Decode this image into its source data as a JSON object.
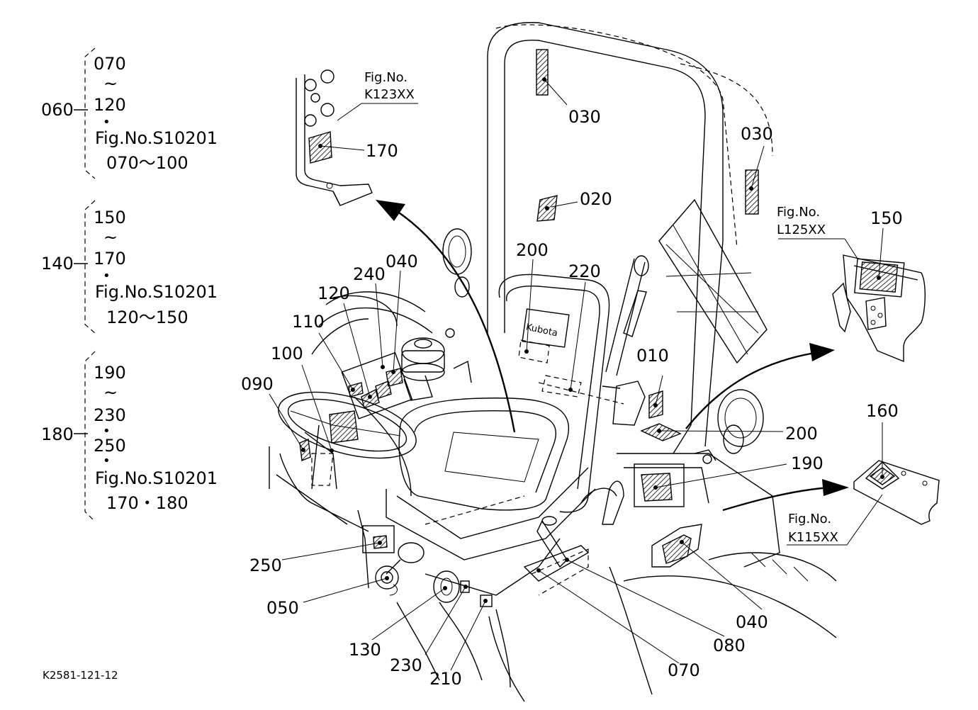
{
  "groups": [
    {
      "label": "060",
      "lines": [
        "070",
        "~",
        "120",
        "•",
        "Fig.No.S10201",
        "070～100"
      ]
    },
    {
      "label": "140",
      "lines": [
        "150",
        "~",
        "170",
        "•",
        "Fig.No.S10201",
        "120～150"
      ]
    },
    {
      "label": "180",
      "lines": [
        "190",
        "~",
        "230",
        "•",
        "250",
        "•",
        "Fig.No.S10201",
        "170・180"
      ]
    }
  ],
  "figrefs": {
    "k123": {
      "title": "Fig.No.",
      "code": "K123XX"
    },
    "l125": {
      "title": "Fig.No.",
      "code": "L125XX"
    },
    "k115": {
      "title": "Fig.No.",
      "code": "K115XX"
    }
  },
  "callouts": {
    "c030a": "030",
    "c030b": "030",
    "c020": "020",
    "c170": "170",
    "c150": "150",
    "c160": "160",
    "c200a": "200",
    "c200b": "200",
    "c220": "220",
    "c240": "240",
    "c040a": "040",
    "c040b": "040",
    "c120": "120",
    "c110": "110",
    "c100": "100",
    "c090": "090",
    "c010": "010",
    "c190": "190",
    "c250": "250",
    "c050": "050",
    "c130": "130",
    "c230": "230",
    "c210": "210",
    "c070": "070",
    "c080": "080"
  },
  "drawing_code": "K2581-121-12"
}
